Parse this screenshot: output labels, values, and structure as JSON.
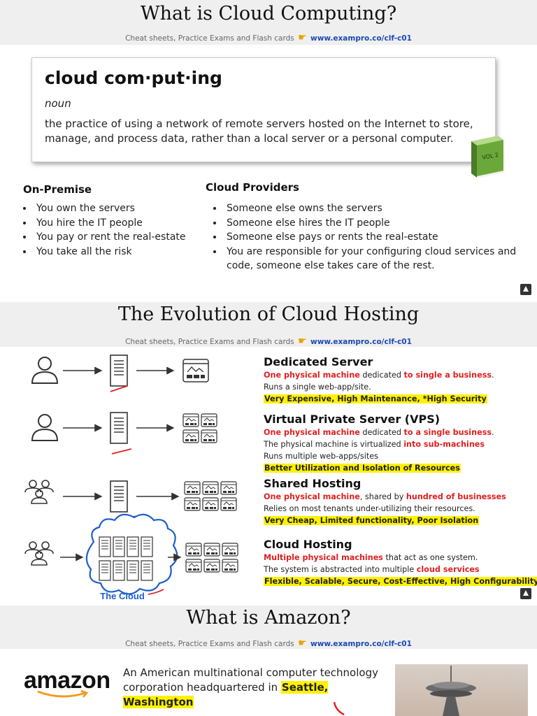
{
  "slide1": {
    "title": "What is Cloud Computing?",
    "subtitle_text": "Cheat sheets, Practice Exams and Flash cards",
    "subtitle_link": "www.exampro.co/clf-c01",
    "dict_word": "cloud com·put·ing",
    "dict_pos": "noun",
    "dict_def": "the practice of using a network of remote servers hosted on the Internet to store, manage, and process data, rather than a local server or a personal computer.",
    "book_label": "VOL 2",
    "onprem_heading": "On-Premise",
    "onprem_items": [
      "You own the servers",
      "You hire the IT people",
      "You pay or rent the real-estate",
      "You take all the risk"
    ],
    "cloud_heading": "Cloud Providers",
    "cloud_items": [
      "Someone else owns the servers",
      "Someone else hires the IT people",
      "Someone else pays or rents the real-estate",
      "You are responsible for your configuring cloud services and code, someone else takes care of the rest."
    ]
  },
  "slide2": {
    "title": "The Evolution of Cloud Hosting",
    "subtitle_text": "Cheat sheets, Practice Exams and Flash cards",
    "subtitle_link": "www.exampro.co/clf-c01",
    "cloud_label": "The Cloud",
    "hosting": [
      {
        "title": "Dedicated Server",
        "l1a": "One physical machine",
        "l1b": " dedicated ",
        "l1c": "to single a business",
        "l1d": ".",
        "l2": "Runs a single web-app/site.",
        "hl": "Very Expensive, High Maintenance, *High Security"
      },
      {
        "title": "Virtual Private Server (VPS)",
        "l1a": "One physical machine",
        "l1b": " dedicated ",
        "l1c": "to a single business",
        "l1d": ".",
        "l2a": "The physical machine is virtualized ",
        "l2b": "into sub-machines",
        "l3": "Runs multiple web-apps/sites",
        "hl": "Better Utilization and Isolation of Resources"
      },
      {
        "title": "Shared Hosting",
        "l1a": "One physical machine",
        "l1b": ", shared by ",
        "l1c": "hundred of businesses",
        "l2": "Relies on most tenants under-utilizing their resources.",
        "hl": "Very Cheap, Limited functionality, Poor Isolation"
      },
      {
        "title": "Cloud Hosting",
        "l1a": "Multiple physical machines",
        "l1b": " that act as one system.",
        "l2a": "The system is abstracted into multiple ",
        "l2b": "cloud services",
        "hl": "Flexible, Scalable, Secure, Cost-Effective, High Configurability"
      }
    ]
  },
  "slide3": {
    "title": "What is Amazon?",
    "subtitle_text": "Cheat sheets, Practice Exams and Flash cards",
    "subtitle_link": "www.exampro.co/clf-c01",
    "logo_text": "amazon",
    "desc_a": "An American multinational computer technology corporation headquartered in ",
    "desc_b": "Seattle, Washington"
  },
  "colors": {
    "accent_red": "#e02020",
    "highlight": "#fff200",
    "link_blue": "#1a49b5",
    "band_gray": "#efefef"
  }
}
